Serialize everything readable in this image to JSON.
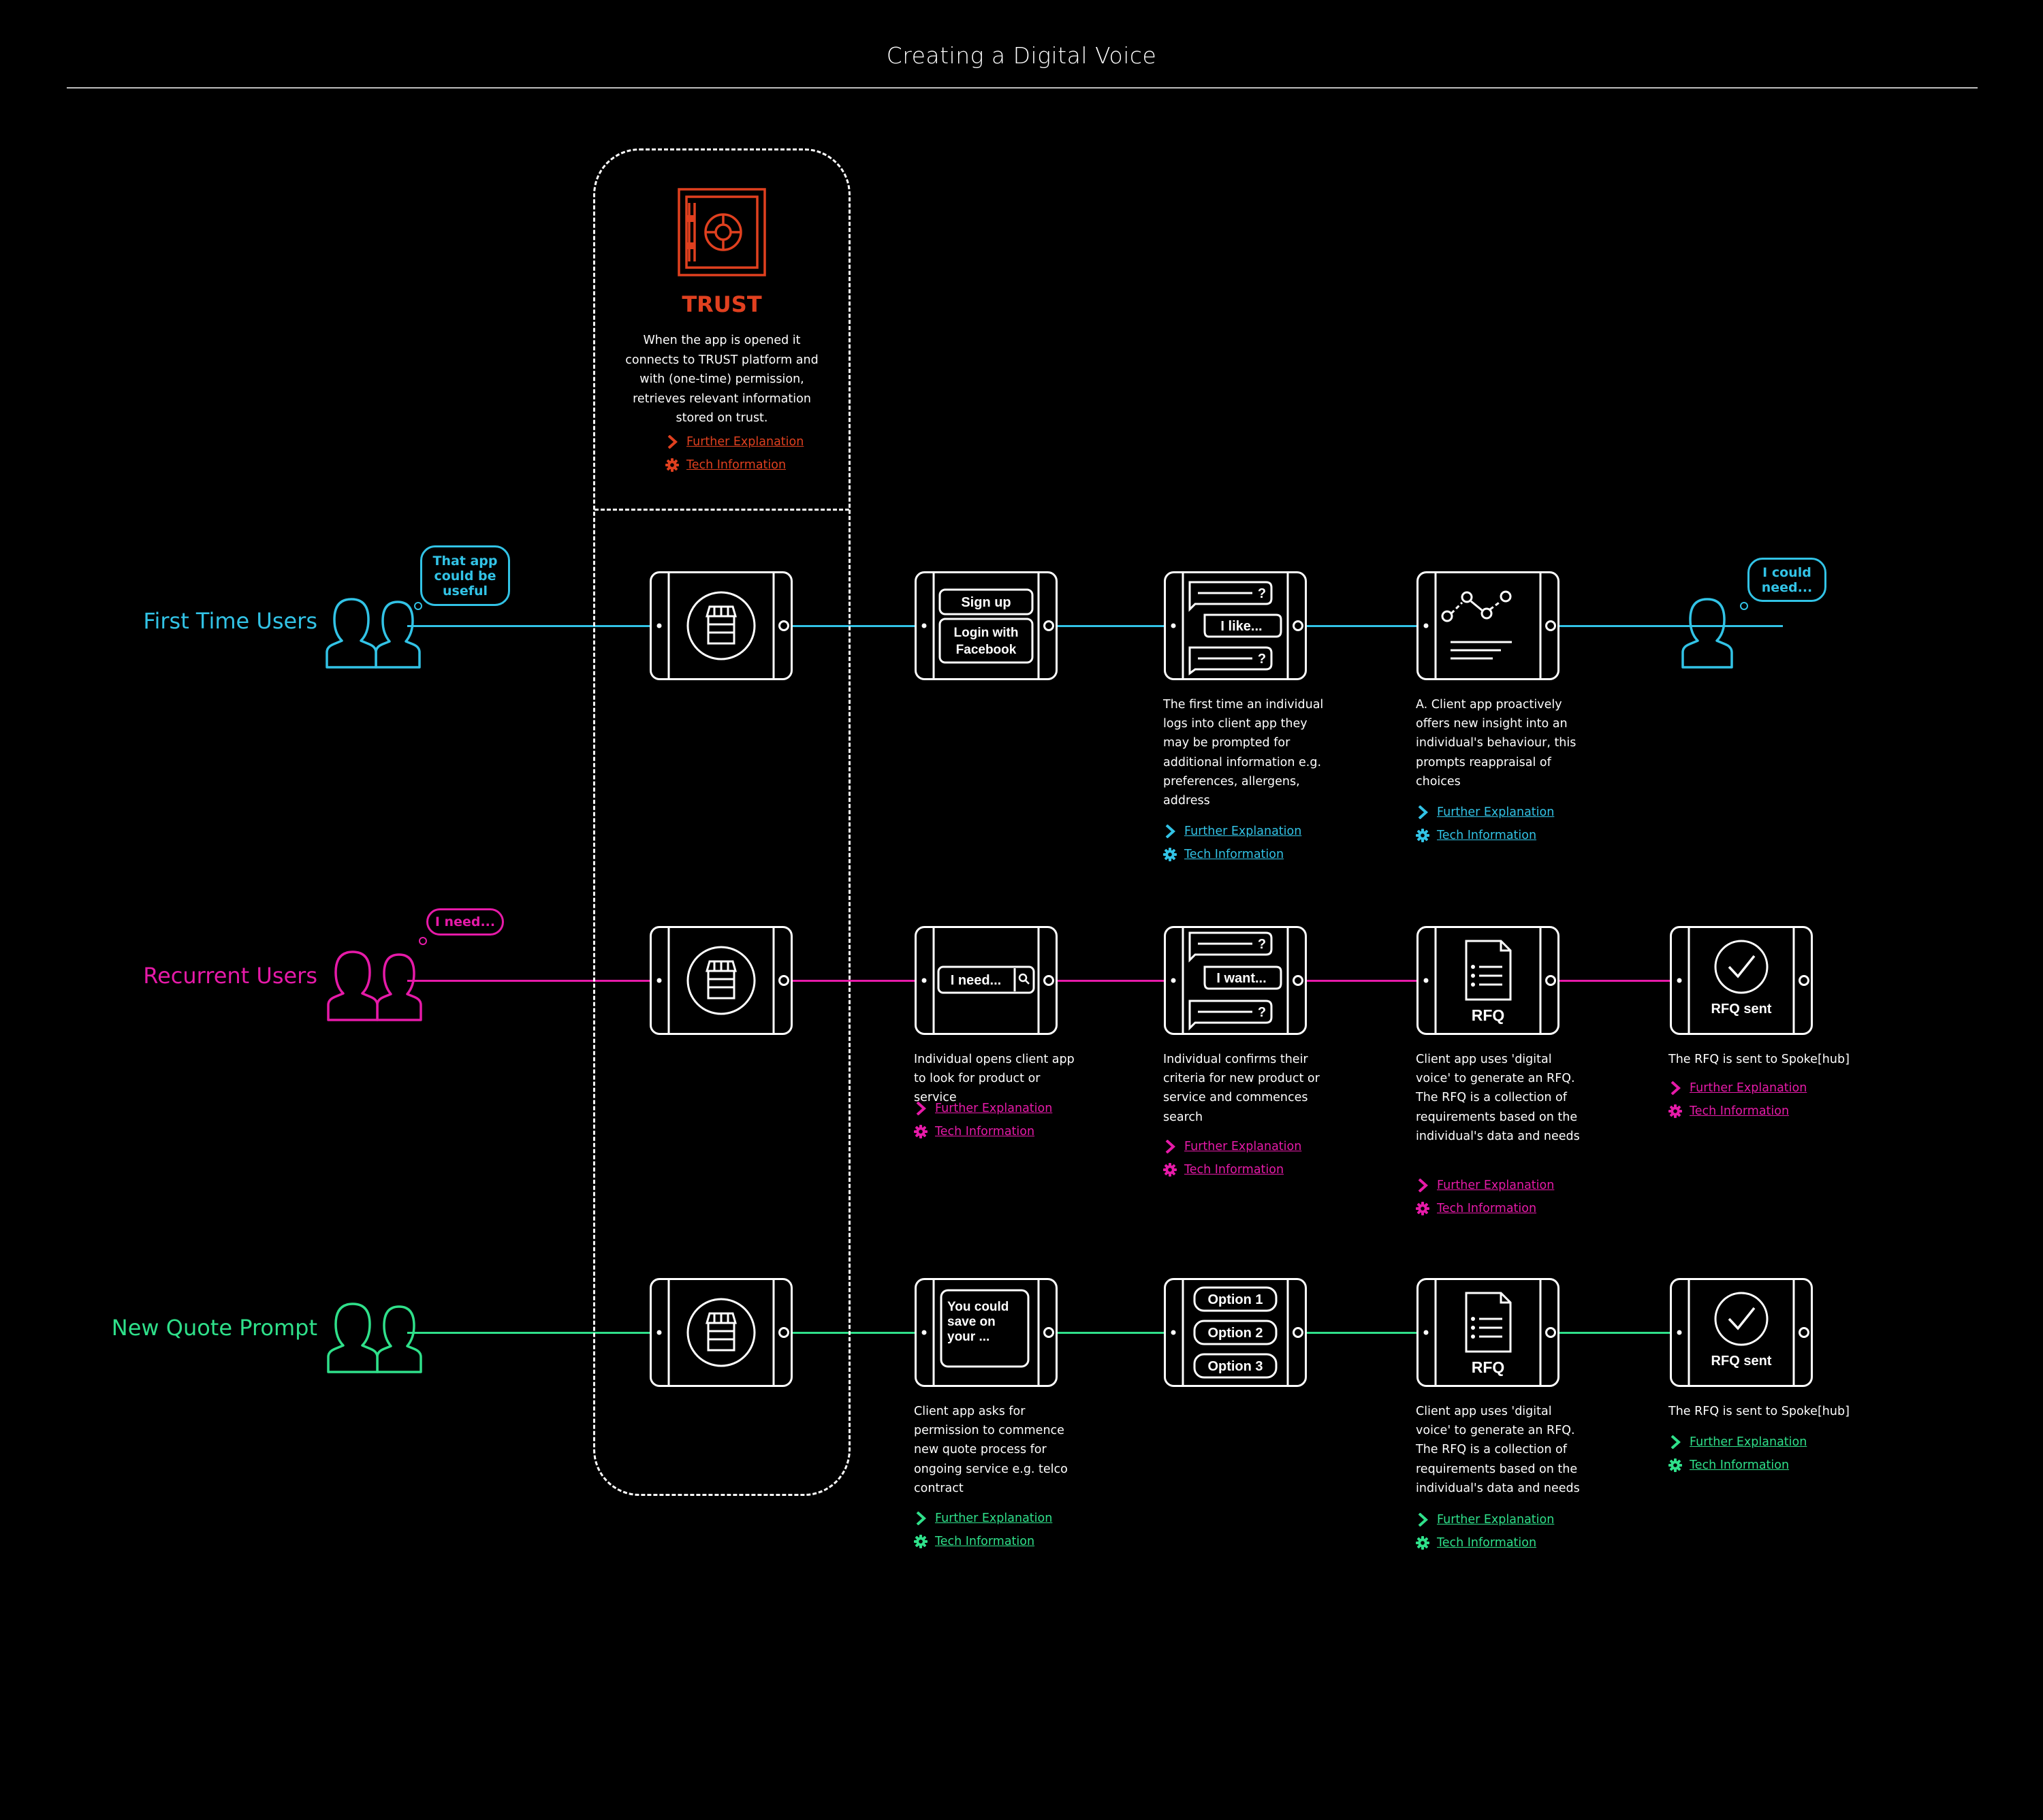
{
  "title": "Creating a Digital Voice",
  "colors": {
    "blue": "#32c3e6",
    "magenta": "#e61aa8",
    "green": "#2fe08a",
    "trust": "#e0401f",
    "white": "#ffffff"
  },
  "trust": {
    "title": "TRUST",
    "description": "When the app is opened it connects to TRUST platform and with (one-time) permission, retrieves relevant information stored on trust.",
    "further": "Further Explanation",
    "tech": "Tech Information",
    "icon": "safe-icon"
  },
  "rows": [
    {
      "label": "First Time Users",
      "bubble": "That app could be useful",
      "end_bubble": "I could need...",
      "devices": {
        "d2": {
          "signup": "Sign up",
          "login1": "Login with",
          "login2": "Facebook"
        },
        "d3": {
          "q1": "?",
          "like": "I like...",
          "q2": "?"
        }
      },
      "steps": [
        {
          "desc": "The first time an individual logs into client app they may be prompted for additional information e.g. preferences, allergens, address",
          "further": "Further Explanation",
          "tech": "Tech Information"
        },
        {
          "desc": "A. Client app proactively offers new insight into an individual's behaviour, this prompts reappraisal of choices",
          "further": "Further Explanation",
          "tech": "Tech Information"
        }
      ]
    },
    {
      "label": "Recurrent Users",
      "bubble": "I need...",
      "devices": {
        "d2": {
          "search": "I need..."
        },
        "d3": {
          "q1": "?",
          "want": "I want...",
          "q2": "?"
        },
        "d4": {
          "rfq": "RFQ"
        },
        "d5": {
          "sent": "RFQ sent"
        }
      },
      "steps": [
        {
          "desc": "Individual opens client app to look for product or service",
          "further": "Further Explanation",
          "tech": "Tech Information"
        },
        {
          "desc": "Individual confirms their criteria for new product or service and commences search",
          "further": "Further Explanation",
          "tech": "Tech Information"
        },
        {
          "desc": "Client app uses 'digital voice' to generate an RFQ. The RFQ is a collection of requirements based on the individual's data and needs",
          "further": "Further Explanation",
          "tech": "Tech Information"
        },
        {
          "desc": "The RFQ is sent to Spoke[hub]",
          "further": "Further Explanation",
          "tech": "Tech Information"
        }
      ]
    },
    {
      "label": "New Quote Prompt",
      "devices": {
        "d2": {
          "l1": "You could",
          "l2": "save on",
          "l3": "your ..."
        },
        "d3": {
          "o1": "Option 1",
          "o2": "Option 2",
          "o3": "Option 3"
        },
        "d4": {
          "rfq": "RFQ"
        },
        "d5": {
          "sent": "RFQ sent"
        }
      },
      "steps": [
        {
          "desc": "Client app asks for permission to commence new quote process for ongoing service e.g. telco contract",
          "further": "Further Explanation",
          "tech": "Tech Information"
        },
        {
          "desc": "Client app uses 'digital voice' to generate an RFQ. The RFQ is a collection of requirements based on the individual's data and needs",
          "further": "Further Explanation",
          "tech": "Tech Information"
        },
        {
          "desc": "The RFQ is sent to Spoke[hub]",
          "further": "Further Explanation",
          "tech": "Tech Information"
        }
      ]
    }
  ]
}
